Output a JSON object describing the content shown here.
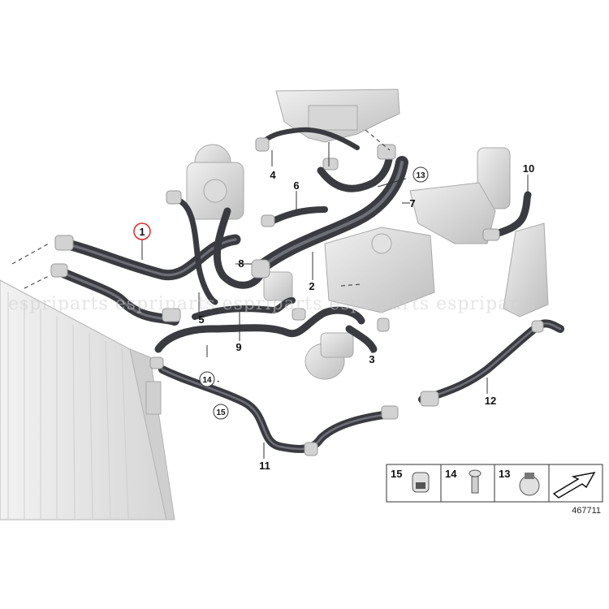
{
  "diagram": {
    "callouts": [
      {
        "id": "1",
        "text": "1",
        "circled": true,
        "highlight": "#d62b2b"
      },
      {
        "id": "2",
        "text": "2"
      },
      {
        "id": "3",
        "text": "3"
      },
      {
        "id": "4",
        "text": "4"
      },
      {
        "id": "5",
        "text": "5"
      },
      {
        "id": "6",
        "text": "6"
      },
      {
        "id": "7",
        "text": "7"
      },
      {
        "id": "8",
        "text": "8"
      },
      {
        "id": "9",
        "text": "9"
      },
      {
        "id": "10",
        "text": "10"
      },
      {
        "id": "11",
        "text": "11"
      },
      {
        "id": "12",
        "text": "12"
      },
      {
        "id": "13",
        "text": "13",
        "circled": true
      },
      {
        "id": "14",
        "text": "14",
        "circled": true
      },
      {
        "id": "15",
        "text": "15",
        "circled": true
      }
    ],
    "watermark": "espriparts espriparts espriparts espriparts espriparts",
    "legend": {
      "items": [
        {
          "num": "15",
          "part": "hose-clamp"
        },
        {
          "num": "14",
          "part": "push-rivet"
        },
        {
          "num": "13",
          "part": "hose-clamp"
        },
        {
          "num": "",
          "part": "arrow-symbol"
        }
      ],
      "reference": "467711"
    },
    "colors": {
      "hose": "#3a3b40",
      "hose_highlight": "#6e7078",
      "part_gray": "#d9d9d9",
      "radiator": "#e6e6e6",
      "highlight_circle": "#d62b2b"
    }
  }
}
